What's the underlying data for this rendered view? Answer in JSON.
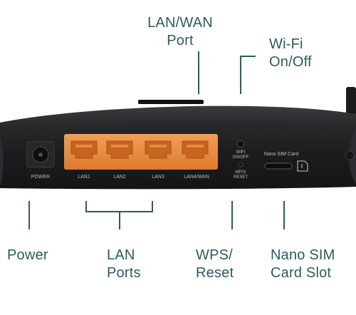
{
  "callouts": {
    "lan_wan_port": [
      "LAN/WAN",
      "Port"
    ],
    "wifi_on_off": [
      "Wi-Fi",
      "On/Off"
    ],
    "power": [
      "Power"
    ],
    "lan_ports": [
      "LAN",
      "Ports"
    ],
    "wps_reset": [
      "WPS/",
      "Reset"
    ],
    "nano_sim": [
      "Nano SIM",
      "Card Slot"
    ]
  },
  "device_labels": {
    "power": "POWER",
    "lan1": "LAN1",
    "lan2": "LAN2",
    "lan3": "LAN3",
    "lan4_wan": "LAN4/WAN",
    "wifi_btn": [
      "WIFI",
      "ON/OFF"
    ],
    "wps_btn": [
      "WPS/",
      "RESET"
    ],
    "sim_title": "Nano SIM Card"
  },
  "colors": {
    "callout_text": "#2f5a5f",
    "router_body": "#1f2022",
    "port_orange": "#e98a3c"
  }
}
